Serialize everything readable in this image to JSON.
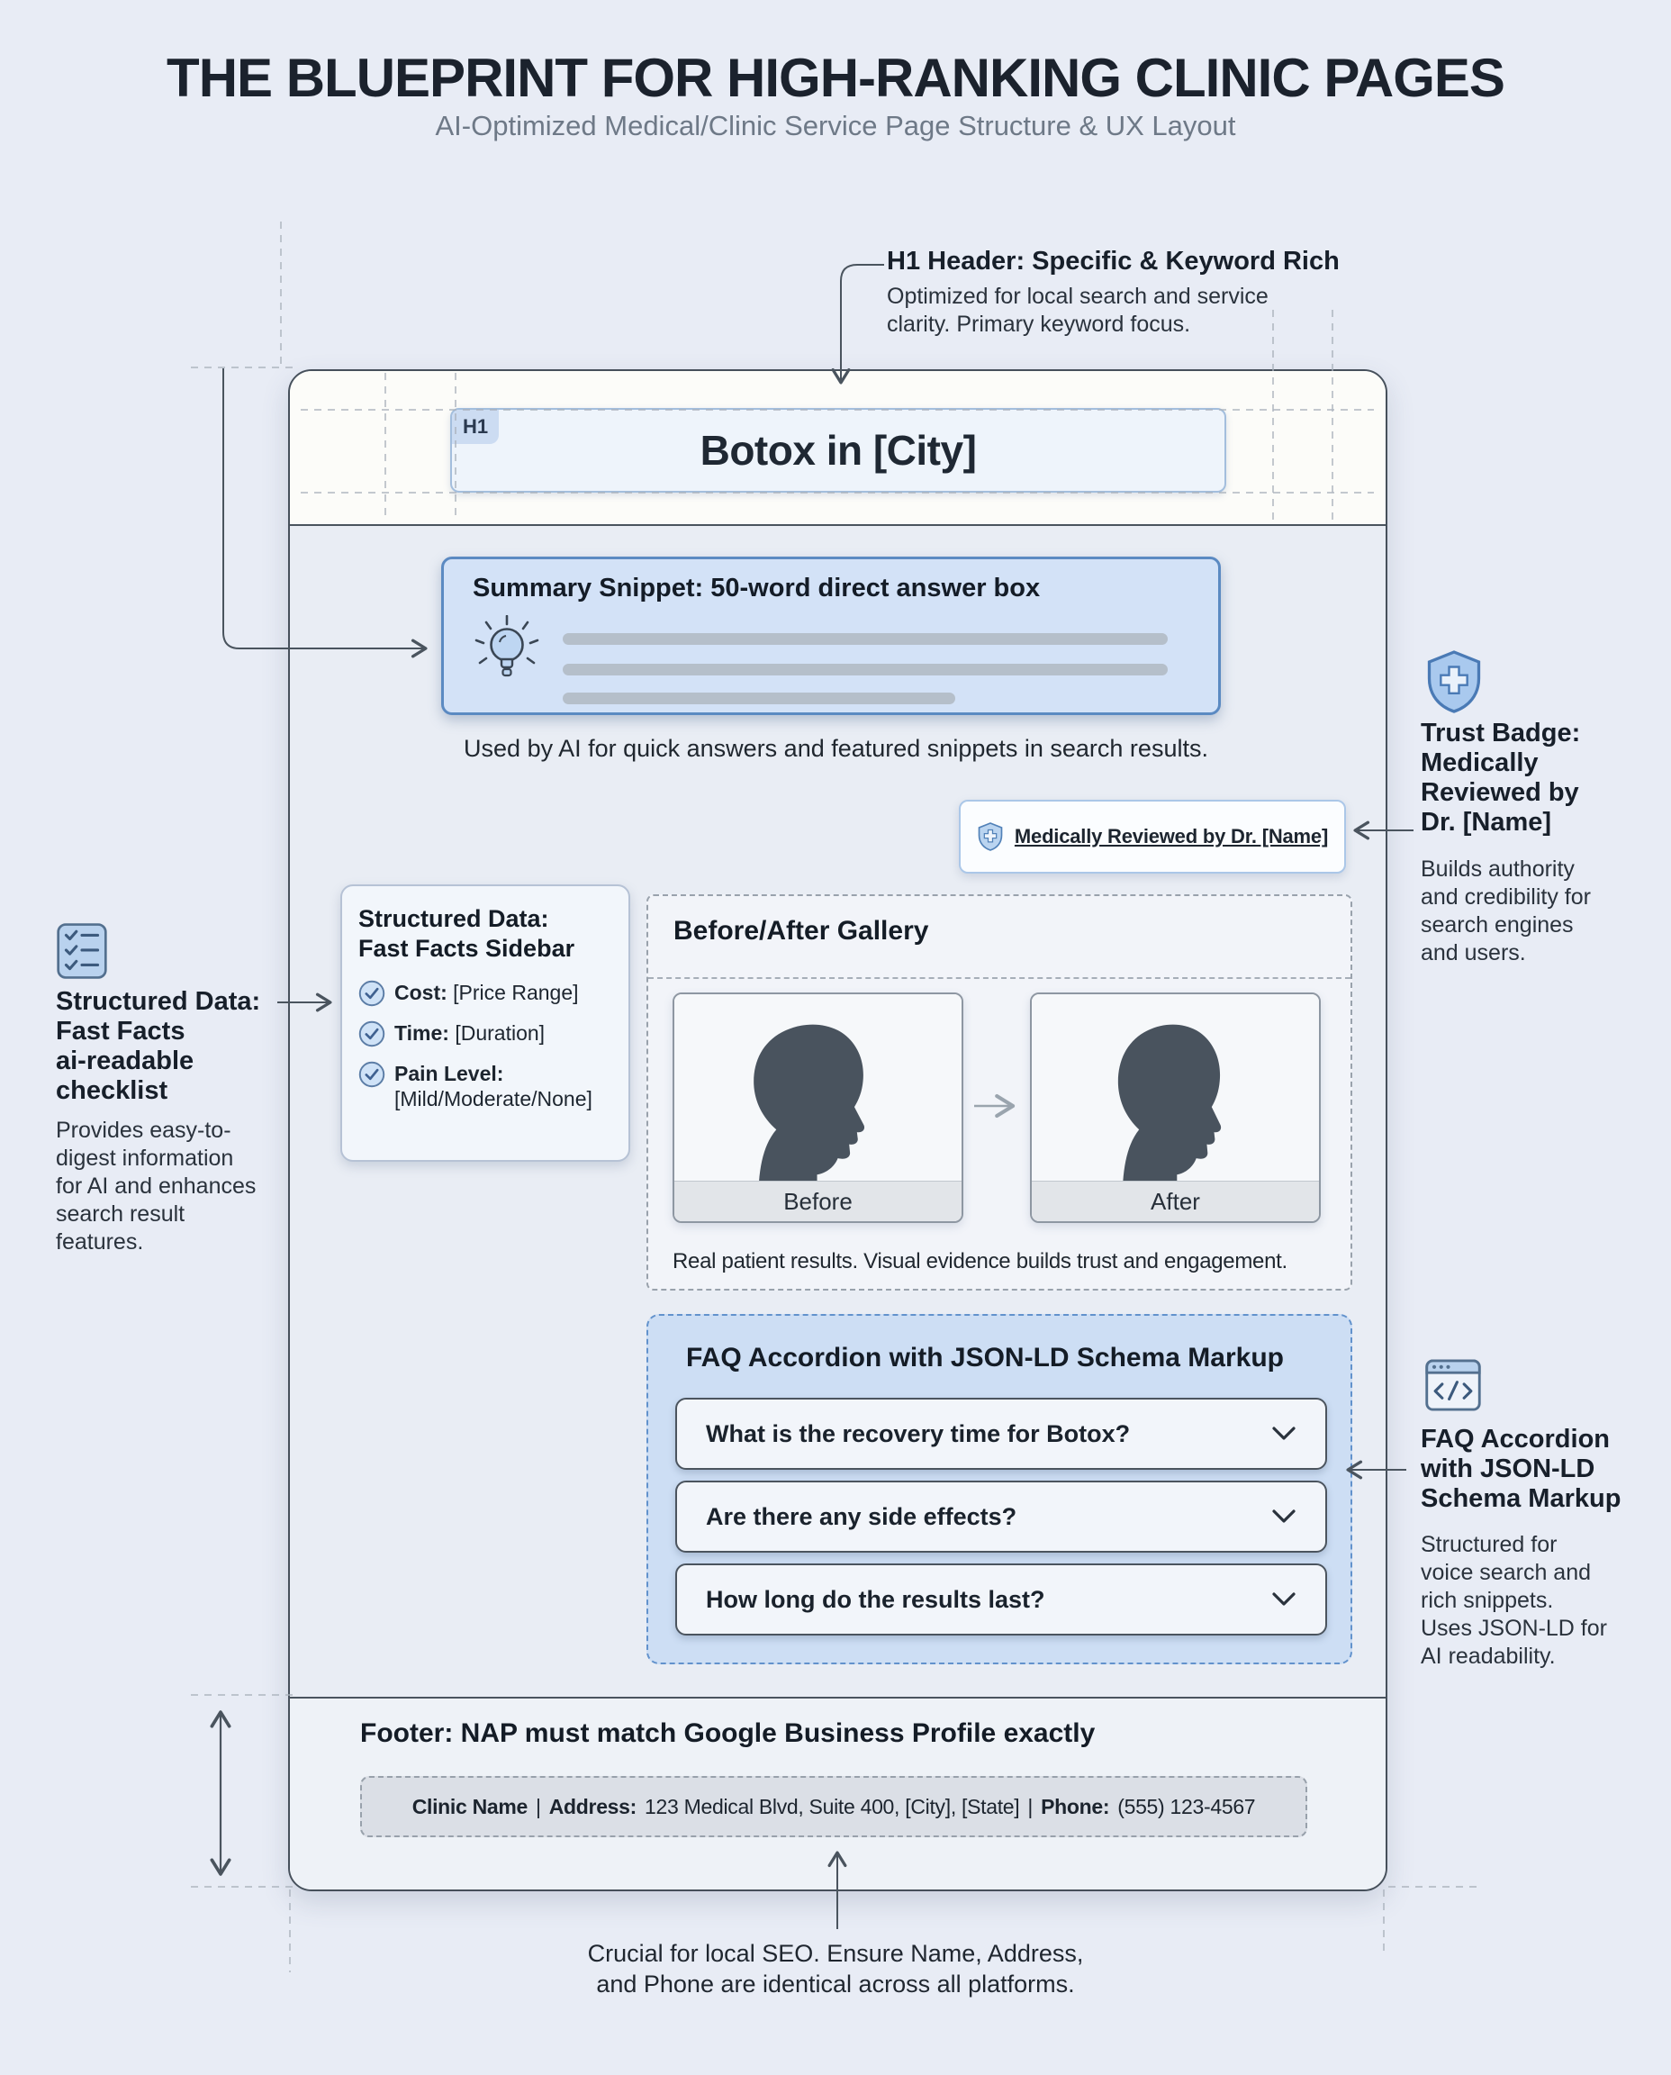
{
  "page": {
    "title": "THE BLUEPRINT FOR HIGH-RANKING CLINIC PAGES",
    "subtitle": "AI-Optimized Medical/Clinic Service Page Structure & UX Layout"
  },
  "annotations": {
    "h1": {
      "title": "H1 Header: Specific & Keyword Rich",
      "body": "Optimized for local search and service\nclarity. Primary keyword focus."
    },
    "trust": {
      "title": "Trust Badge:\nMedically\nReviewed by\nDr. [Name]",
      "body": "Builds authority\nand credibility for\nsearch engines\nand users."
    },
    "structured": {
      "title": "Structured Data:\nFast Facts\nai-readable\nchecklist",
      "body": "Provides easy-to-\ndigest information\nfor AI and enhances\nsearch result\nfeatures."
    },
    "faq": {
      "title": "FAQ Accordion\nwith JSON-LD\nSchema Markup",
      "body": "Structured for\nvoice search and\nrich snippets.\nUses JSON-LD for\nAI readability."
    },
    "footer_note": "Crucial for local SEO. Ensure Name, Address,\nand Phone are identical across all platforms."
  },
  "mockup": {
    "h1_tag": "H1",
    "h1_text": "Botox in [City]",
    "summary": {
      "title": "Summary Snippet: 50-word direct answer box",
      "caption": "Used by AI for quick answers and featured snippets in search results."
    },
    "badge_label": "Medically Reviewed by Dr. [Name]",
    "sidebar": {
      "title": "Structured Data:\nFast Facts Sidebar",
      "items": [
        {
          "label": "Cost:",
          "value": "[Price Range]"
        },
        {
          "label": "Time:",
          "value": "[Duration]"
        },
        {
          "label": "Pain Level:",
          "value": "[Mild/Moderate/None]"
        }
      ]
    },
    "gallery": {
      "title": "Before/After Gallery",
      "before_label": "Before",
      "after_label": "After",
      "caption": "Real patient results. Visual evidence builds trust and engagement."
    },
    "faq": {
      "title": "FAQ Accordion with JSON-LD Schema Markup",
      "questions": [
        "What is the recovery time for Botox?",
        "Are there any side effects?",
        "How long do the results last?"
      ]
    },
    "footer": {
      "title": "Footer: NAP must match Google Business Profile exactly",
      "name": "Clinic Name",
      "sep": "|",
      "address_label": "Address:",
      "address": "123 Medical Blvd, Suite 400, [City], [State]",
      "phone_label": "Phone:",
      "phone": "(555) 123-4567"
    }
  },
  "colors": {
    "page_bg": "#e8ecf5",
    "accent_blue": "#5b8ac2",
    "summary_fill": "#d3e2f7",
    "faq_fill": "#cddef4",
    "h1_box_fill": "#eef4fb",
    "silhouette": "#49535e",
    "connector": "#4a545e",
    "guide": "#a8b0ba"
  }
}
